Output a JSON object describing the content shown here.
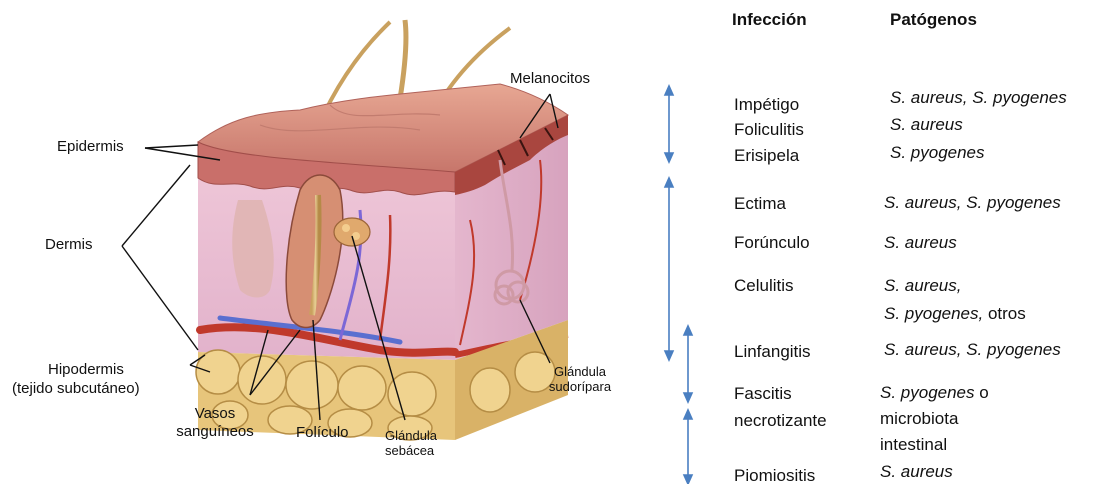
{
  "labels": {
    "epidermis": "Epidermis",
    "dermis": "Dermis",
    "hipodermis": "Hipodermis",
    "tejido": "(tejido subcutáneo)",
    "melanocitos": "Melanocitos",
    "vasos_1": "Vasos",
    "vasos_2": "sanguíneos",
    "foliculo": "Folículo",
    "sebacea_1": "Glándula",
    "sebacea_2": "sebácea",
    "sudoripara_1": "Glándula",
    "sudoripara_2": "sudorípara"
  },
  "table": {
    "header_infeccion": "Infección",
    "header_patogenos": "Patógenos",
    "rows": [
      {
        "infeccion": "Impétigo",
        "patogeno": "S. aureus, S. pyogenes"
      },
      {
        "infeccion": "Foliculitis",
        "patogeno": "S. aureus"
      },
      {
        "infeccion": "Erisipela",
        "patogeno": "S. pyogenes"
      },
      {
        "infeccion": "Ectima",
        "patogeno": "S. aureus, S. pyogenes"
      },
      {
        "infeccion": "Forúnculo",
        "patogeno": "S. aureus"
      },
      {
        "infeccion": "Celulitis",
        "patogeno_1": "S. aureus,",
        "patogeno_2a": "S. pyogenes,",
        "patogeno_2b": " otros"
      },
      {
        "infeccion": "Linfangitis",
        "patogeno": "S. aureus, S. pyogenes"
      },
      {
        "infeccion_1": "Fascitis",
        "infeccion_2": "necrotizante",
        "patogeno_1a": "S. pyogenes",
        "patogeno_1b": " o",
        "patogeno_2": "microbiota",
        "patogeno_3": "intestinal"
      },
      {
        "infeccion": "Piomiositis",
        "patogeno": "S. aureus"
      }
    ]
  },
  "colors": {
    "arrow": "#4a7fc1",
    "epidermis": "#c96f6a",
    "dermis": "#e9c3d6",
    "fat": "#e8c47a",
    "vessel_red": "#c0392b",
    "vessel_blue": "#5a6fd0"
  }
}
